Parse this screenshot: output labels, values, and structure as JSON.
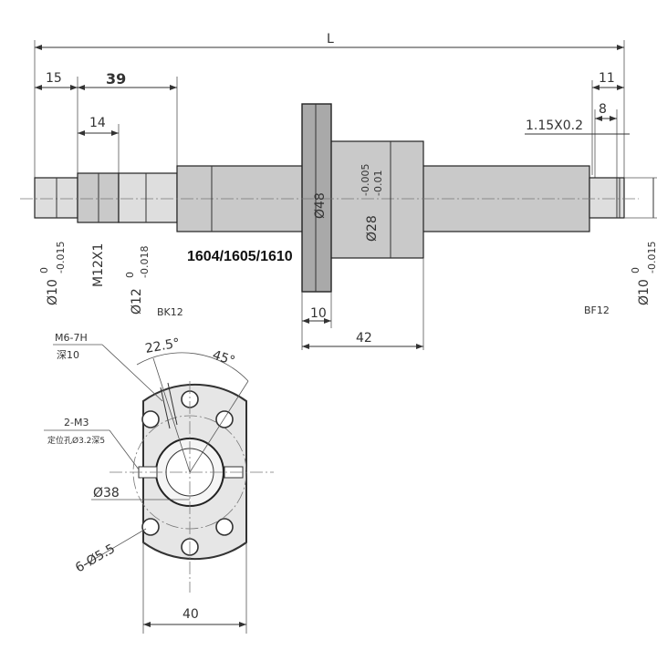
{
  "labels": {
    "overall_length": "L",
    "d_15": "15",
    "d_39": "39",
    "d_14": "14",
    "d_11": "11",
    "d_8": "8",
    "groove": "1.15X0.2",
    "dia_10_left": "Ø10",
    "dia_10_left_tol": "0",
    "dia_10_left_tol2": "-0.015",
    "thread": "M12X1",
    "dia_12": "Ø12",
    "dia_12_tol": "0",
    "dia_12_tol2": "-0.018",
    "dia_48": "Ø48",
    "dia_28": "Ø28",
    "dia_28_tol1": "-0.005",
    "dia_28_tol2": "-0.01",
    "model": "1604/1605/1610",
    "bk": "BK12",
    "bf": "BF12",
    "dia_10_right": "Ø10",
    "dia_10_right_tol": "0",
    "dia_10_right_tol2": "-0.015",
    "d_10": "10",
    "d_42": "42",
    "m6": "M6-7H",
    "m6_depth": "深10",
    "angle_22": "22.5°",
    "angle_45": "45°",
    "m3": "2-M3",
    "m3_note": "定位孔Ø3.2深5",
    "dia_38": "Ø38",
    "holes": "6-Ø5.5",
    "d_40": "40"
  }
}
